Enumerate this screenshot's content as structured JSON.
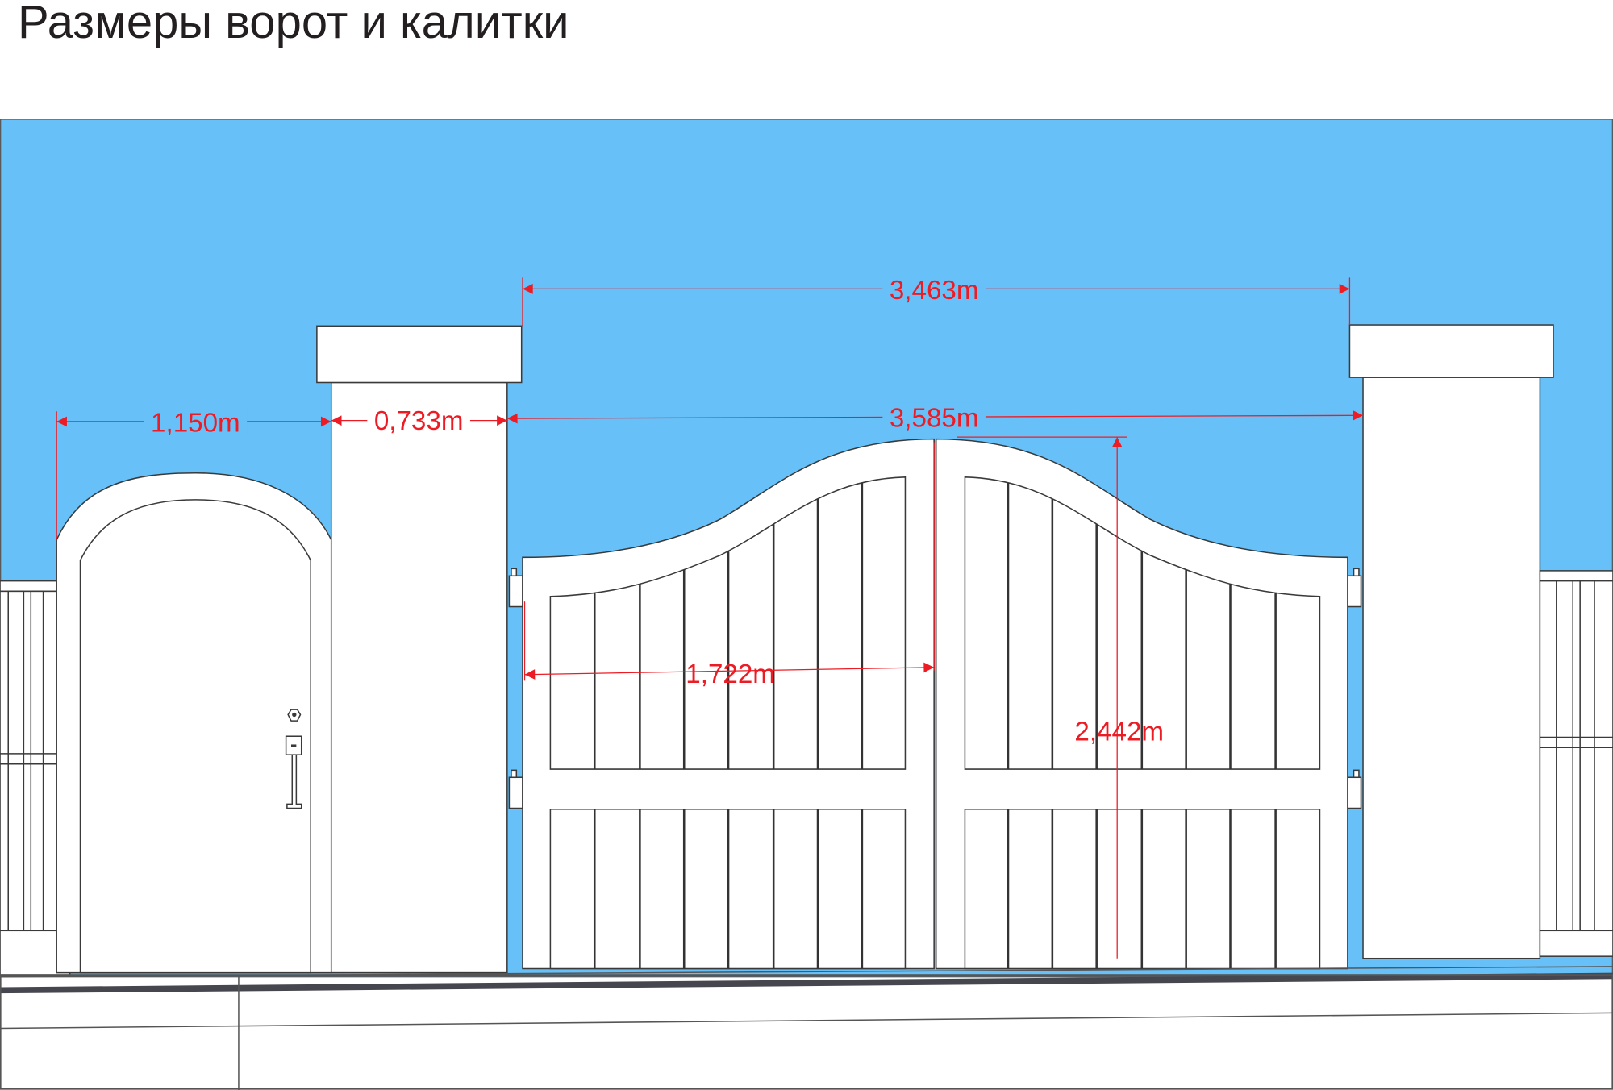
{
  "title": "Размеры ворот и калитки",
  "colors": {
    "sky": "#67c1f8",
    "dimension": "#ed1c24",
    "outline": "#3a3a3a",
    "road": "#46464e"
  },
  "dimensions": {
    "gate_opening_top": "3,463m",
    "wicket_width": "1,150m",
    "pillar_width": "0,733m",
    "gate_opening": "3,585m",
    "leaf_width": "1,722m",
    "gate_height": "2,442m"
  }
}
